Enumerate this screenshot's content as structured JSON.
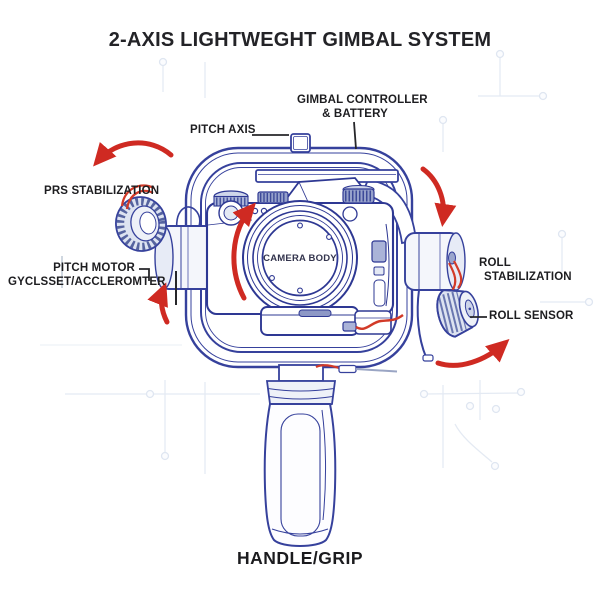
{
  "title": "2-AXIS LIGHTWEGHT GIMBAL SYSTEM",
  "colors": {
    "line_blue": "#36419c",
    "camera_blue": "#2e3893",
    "accent_red": "#cf2a22",
    "label_text": "#1d1d20",
    "background": "#ffffff",
    "circuit_trace": "#e4eaf3"
  },
  "labels": {
    "pitch_axis": "PITCH AXIS",
    "gimbal_controller_line1": "GIMBAL CONTROLLER",
    "gimbal_controller_line2": "& BATTERY",
    "prs_stabilization": "PRS STABILIZATION",
    "pitch_motor_line1": "PITCH MOTOR",
    "pitch_motor_line2": "GYCLSSET/ACCLEROMTER",
    "camera_body": "CAMERA BODY",
    "roll_stabilization_line1": "ROLL",
    "roll_stabilization_line2": "STABILIZATION",
    "roll_sensor": "ROLL SENSOR",
    "handle_grip": "HANDLE/GRIP"
  }
}
